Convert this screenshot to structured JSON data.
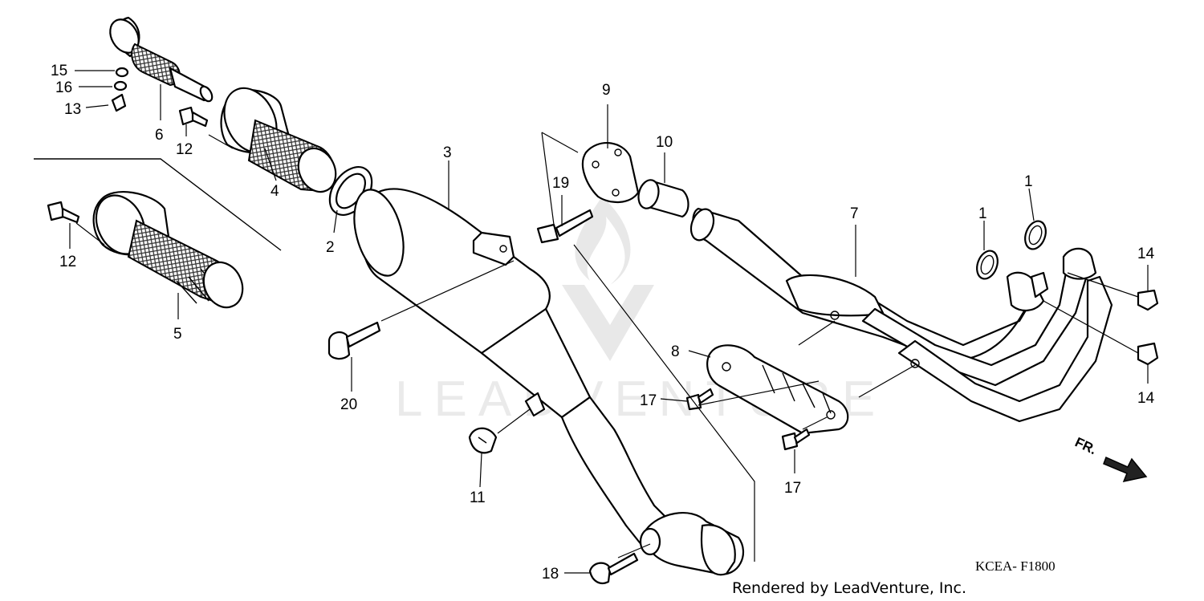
{
  "watermark": {
    "text": "LEADVENTURE"
  },
  "diagram_ref": "KCEA- F1800",
  "credit": "Rendered by LeadVenture, Inc.",
  "direction_label": "FR.",
  "callouts": [
    {
      "id": "c1a",
      "text": "1"
    },
    {
      "id": "c1b",
      "text": "1"
    },
    {
      "id": "c2",
      "text": "2"
    },
    {
      "id": "c3",
      "text": "3"
    },
    {
      "id": "c4",
      "text": "4"
    },
    {
      "id": "c5",
      "text": "5"
    },
    {
      "id": "c6",
      "text": "6"
    },
    {
      "id": "c7",
      "text": "7"
    },
    {
      "id": "c8",
      "text": "8"
    },
    {
      "id": "c9",
      "text": "9"
    },
    {
      "id": "c10",
      "text": "10"
    },
    {
      "id": "c11",
      "text": "11"
    },
    {
      "id": "c12a",
      "text": "12"
    },
    {
      "id": "c12b",
      "text": "12"
    },
    {
      "id": "c13",
      "text": "13"
    },
    {
      "id": "c14a",
      "text": "14"
    },
    {
      "id": "c14b",
      "text": "14"
    },
    {
      "id": "c15",
      "text": "15"
    },
    {
      "id": "c16",
      "text": "16"
    },
    {
      "id": "c17a",
      "text": "17"
    },
    {
      "id": "c17b",
      "text": "17"
    },
    {
      "id": "c18",
      "text": "18"
    },
    {
      "id": "c19",
      "text": "19"
    },
    {
      "id": "c20",
      "text": "20"
    }
  ]
}
